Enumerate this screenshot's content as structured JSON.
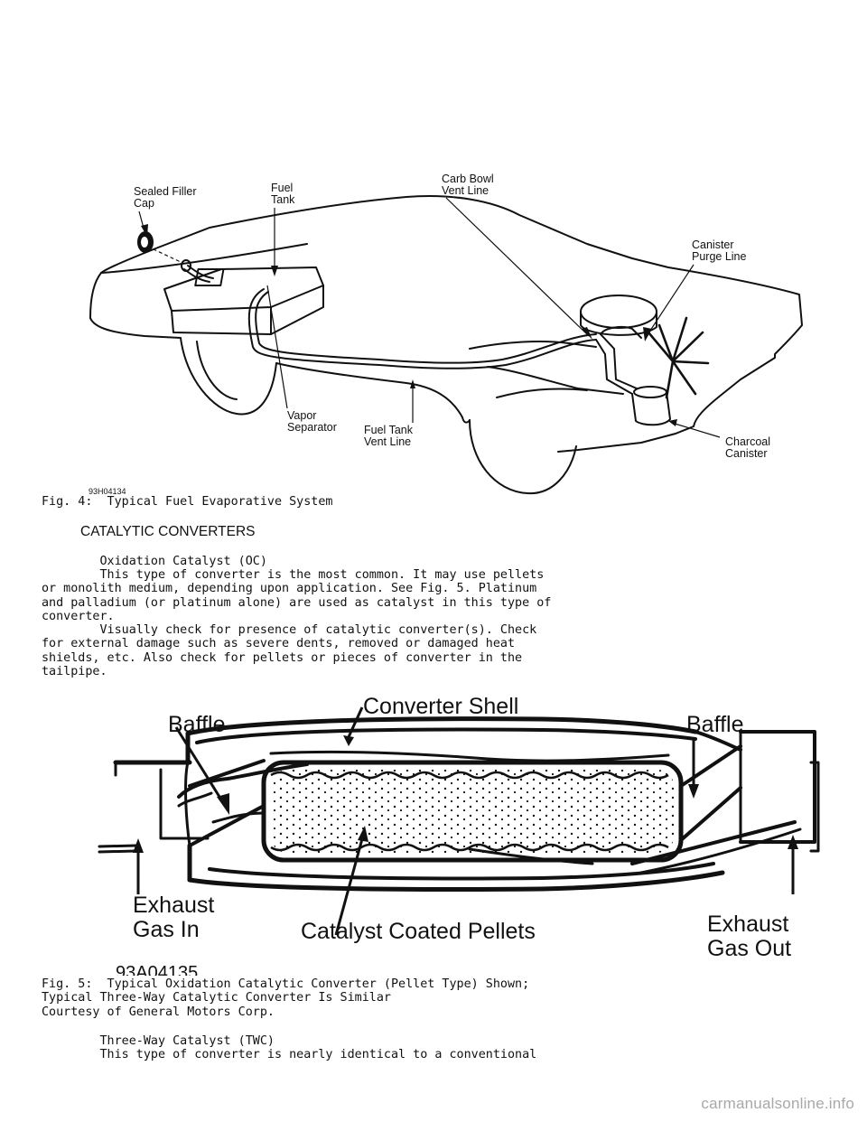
{
  "figure4": {
    "labels": {
      "sealed_filler_cap": [
        "Sealed Filler",
        "Cap"
      ],
      "fuel_tank": [
        "Fuel",
        "Tank"
      ],
      "carb_bowl_vent_line": [
        "Carb Bowl",
        "Vent Line"
      ],
      "canister_purge_line": [
        "Canister",
        "Purge Line"
      ],
      "vapor_separator": [
        "Vapor",
        "Separator"
      ],
      "fuel_tank_vent_line": [
        "Fuel Tank",
        "Vent Line"
      ],
      "charcoal_canister": [
        "Charcoal",
        "Canister"
      ]
    },
    "code": "93H04134",
    "caption": "Fig. 4:  Typical Fuel Evaporative System"
  },
  "section_heading": "CATALYTIC CONVERTERS",
  "oc_section": {
    "subheading": "        Oxidation Catalyst (OC)",
    "paragraph1": "        This type of converter is the most common. It may use pellets\nor monolith medium, depending upon application. See Fig. 5. Platinum\nand palladium (or platinum alone) are used as catalyst in this type of\nconverter.",
    "paragraph2": "        Visually check for presence of catalytic converter(s). Check\nfor external damage such as severe dents, removed or damaged heat\nshields, etc. Also check for pellets or pieces of converter in the\ntailpipe."
  },
  "figure5": {
    "labels": {
      "baffle_left": "Baffle",
      "converter_shell": "Converter Shell",
      "baffle_right": "Baffle",
      "exhaust_gas_in": [
        "Exhaust",
        "Gas In"
      ],
      "catalyst_coated_pellets": "Catalyst Coated Pellets",
      "exhaust_gas_out": [
        "Exhaust",
        "Gas Out"
      ]
    },
    "code": "93A04135",
    "caption": "Fig. 5:  Typical Oxidation Catalytic Converter (Pellet Type) Shown;\nTypical Three-Way Catalytic Converter Is Similar\nCourtesy of General Motors Corp."
  },
  "twc_section": {
    "subheading": "        Three-Way Catalyst (TWC)",
    "paragraph1": "        This type of converter is nearly identical to a conventional"
  },
  "watermark": "carmanualsonline.info"
}
